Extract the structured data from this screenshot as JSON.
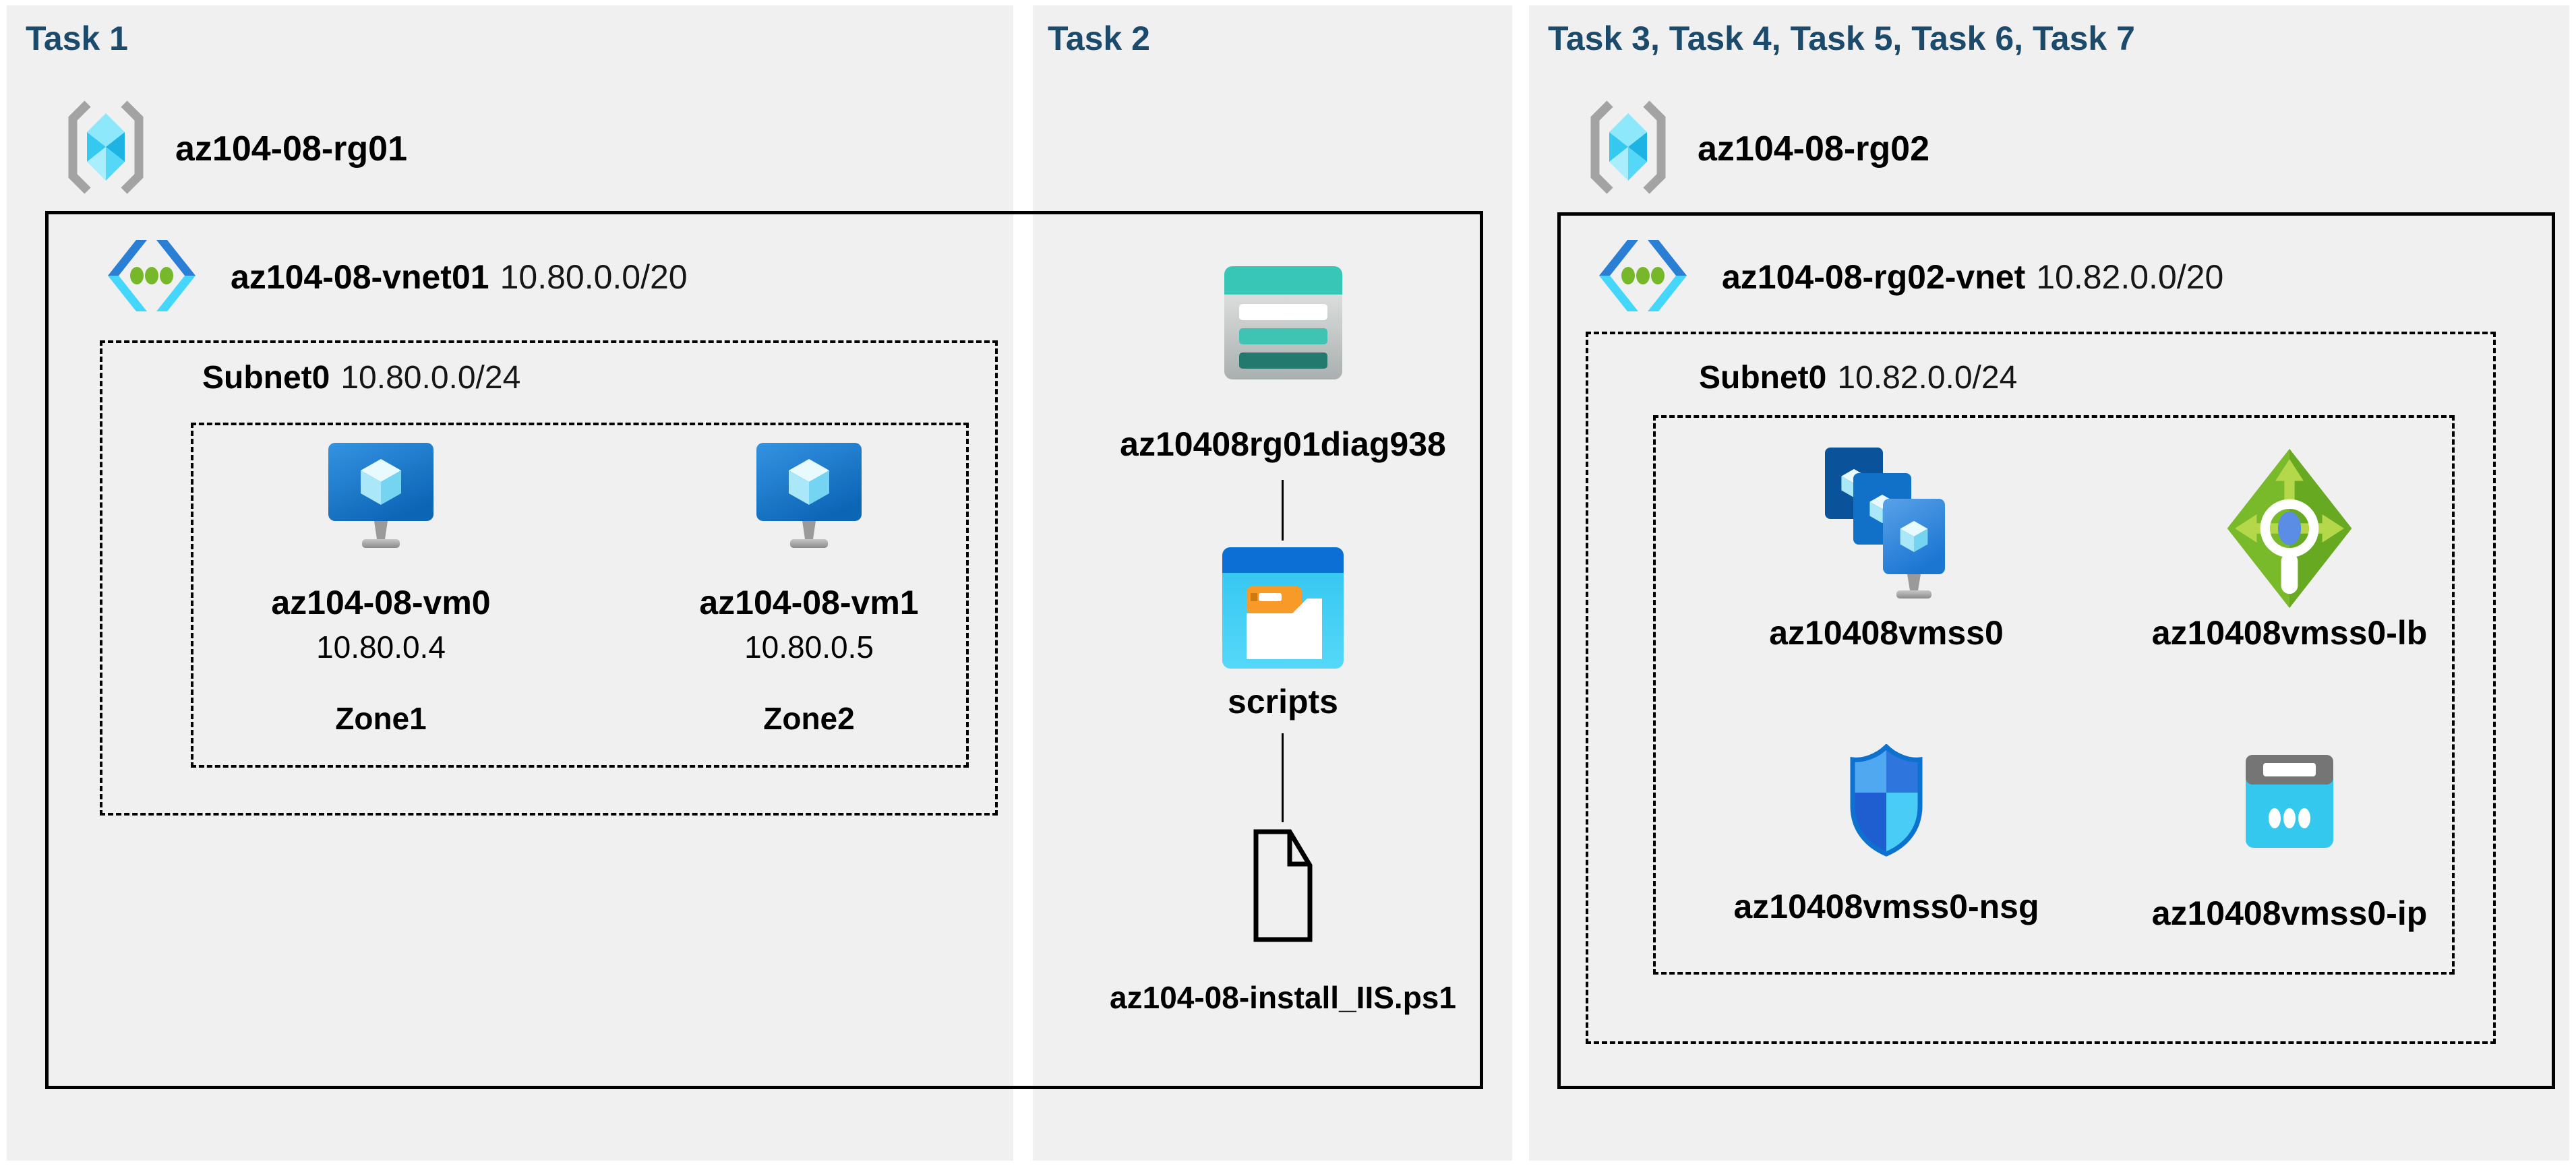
{
  "panels": {
    "task1": {
      "header": "Task 1",
      "resource_group": "az104-08-rg01",
      "vnet_name": "az104-08-vnet01",
      "vnet_cidr": "10.80.0.0/20",
      "subnet_name": "Subnet0",
      "subnet_cidr": "10.80.0.0/24",
      "vms": [
        {
          "name": "az104-08-vm0",
          "ip": "10.80.0.4",
          "zone": "Zone1"
        },
        {
          "name": "az104-08-vm1",
          "ip": "10.80.0.5",
          "zone": "Zone2"
        }
      ]
    },
    "task2": {
      "header": "Task 2",
      "storage_account": "az10408rg01diag938",
      "container": "scripts",
      "script_file": "az104-08-install_IIS.ps1"
    },
    "task3": {
      "header": "Task 3, Task 4, Task 5, Task 6, Task 7",
      "resource_group": "az104-08-rg02",
      "vnet_name": "az104-08-rg02-vnet",
      "vnet_cidr": "10.82.0.0/20",
      "subnet_name": "Subnet0",
      "subnet_cidr": "10.82.0.0/24",
      "vmss": "az10408vmss0",
      "load_balancer": "az10408vmss0-lb",
      "nsg": "az10408vmss0-nsg",
      "public_ip": "az10408vmss0-ip"
    }
  },
  "icons": {
    "resource_group": "resource-group-brackets-icon",
    "virtual_network": "vnet-chevrons-icon",
    "virtual_machine": "vm-monitor-icon",
    "storage_account": "storage-account-icon",
    "container": "folder-window-icon",
    "script_file": "document-file-icon",
    "vm_scale_set": "vmss-stacked-monitors-icon",
    "load_balancer": "load-balancer-diamond-icon",
    "network_security_group": "nsg-shield-icon",
    "public_ip": "public-ip-icon"
  },
  "colors": {
    "task_header": "#1b4a6b",
    "panel_background": "#f0f0f1",
    "border": "#000000",
    "vm_blue": "#1b7fd9",
    "vnet_dark_blue": "#2a7fd4",
    "vnet_light_cyan": "#45d7fb",
    "dot_green": "#76b82a",
    "lb_green": "#72b426",
    "storage_teal": "#38c7b7",
    "folder_orange": "#f79a28",
    "ip_cyan": "#35c8ef"
  }
}
